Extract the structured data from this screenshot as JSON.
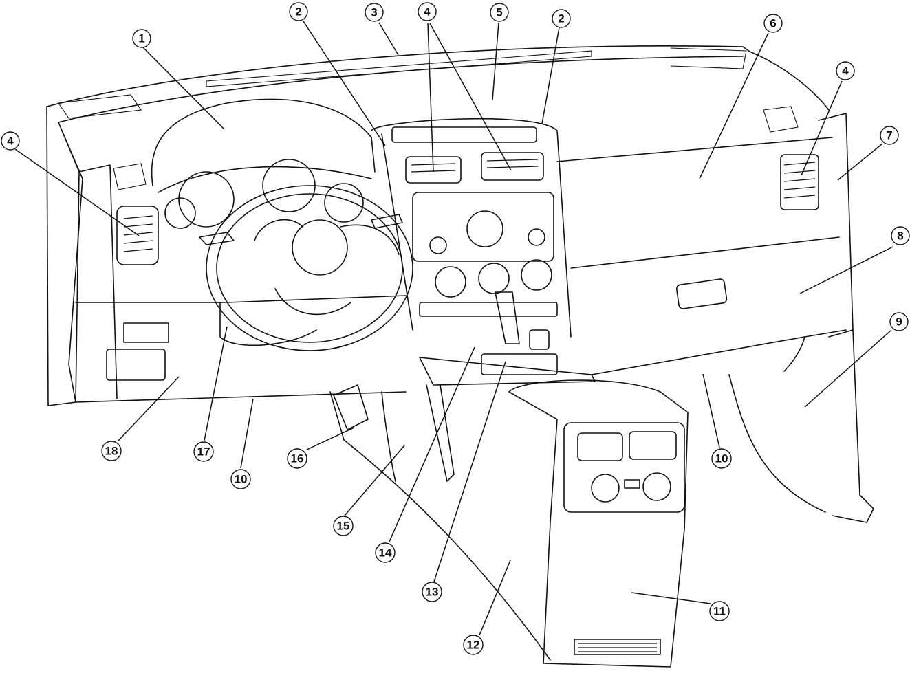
{
  "callouts": [
    {
      "label": "1"
    },
    {
      "label": "2"
    },
    {
      "label": "3"
    },
    {
      "label": "4"
    },
    {
      "label": "5"
    },
    {
      "label": "2"
    },
    {
      "label": "6"
    },
    {
      "label": "4"
    },
    {
      "label": "4"
    },
    {
      "label": "7"
    },
    {
      "label": "8"
    },
    {
      "label": "9"
    },
    {
      "label": "10"
    },
    {
      "label": "11"
    },
    {
      "label": "12"
    },
    {
      "label": "13"
    },
    {
      "label": "14"
    },
    {
      "label": "15"
    },
    {
      "label": "16"
    },
    {
      "label": "10"
    },
    {
      "label": "17"
    },
    {
      "label": "18"
    }
  ]
}
